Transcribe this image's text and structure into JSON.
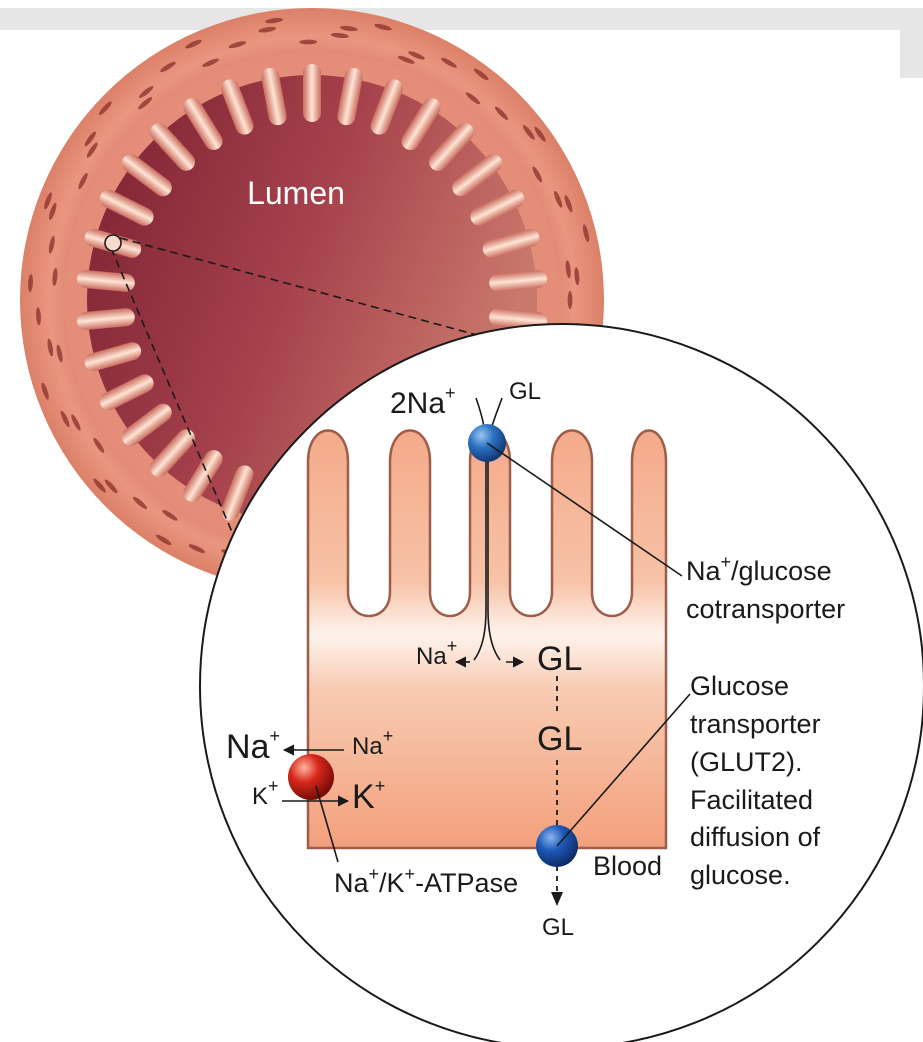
{
  "lumen_label": "Lumen",
  "apical": {
    "na_label": "2Na",
    "na_charge": "+",
    "gl_label": "GL"
  },
  "cotransporter": {
    "line1_na": "Na",
    "line1_charge": "+",
    "line1_rest": "/glucose",
    "line2": "cotransporter"
  },
  "cell": {
    "na_release": "Na",
    "na_release_charge": "+",
    "gl_release": "GL",
    "gl_mid": "GL"
  },
  "pump": {
    "na_out": "Na",
    "na_out_charge": "+",
    "na_in": "Na",
    "na_in_charge": "+",
    "k_out": "K",
    "k_out_charge": "+",
    "k_in": "K",
    "k_in_charge": "+",
    "label_na": "Na",
    "label_na_charge": "+",
    "label_k": "/K",
    "label_k_charge": "+",
    "label_rest": "-ATPase"
  },
  "glut2": {
    "lines": [
      "Glucose",
      "transporter",
      "(GLUT2).",
      "Facilitated",
      "diffusion of",
      "glucose."
    ]
  },
  "blood_label": "Blood",
  "gl_bottom": "GL",
  "colors": {
    "tissue_outer": "#e9957d",
    "lumen_dark": "#8c2a3a",
    "cell_fill": "#f6b193",
    "cotransporter": "#2d74c4",
    "glut2": "#1e58b8",
    "pump": "#d8281c"
  }
}
